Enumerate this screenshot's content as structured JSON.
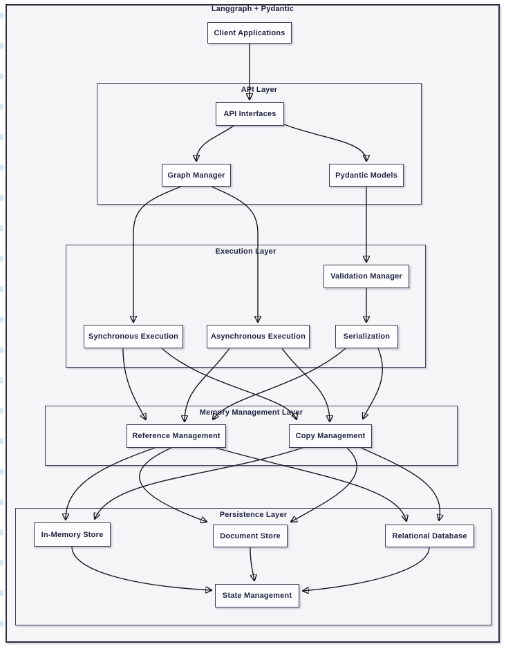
{
  "diagram": {
    "title": "Langgraph + Pydantic",
    "containers": {
      "api_layer": {
        "label": "API Layer"
      },
      "execution_layer": {
        "label": "Execution Layer"
      },
      "memory_management_layer": {
        "label": "Memory Management Layer"
      },
      "persistence_layer": {
        "label": "Persistence Layer"
      }
    },
    "nodes": {
      "client_applications": {
        "label": "Client Applications"
      },
      "api_interfaces": {
        "label": "API Interfaces"
      },
      "graph_manager": {
        "label": "Graph Manager"
      },
      "pydantic_models": {
        "label": "Pydantic Models"
      },
      "validation_manager": {
        "label": "Validation Manager"
      },
      "synchronous_execution": {
        "label": "Synchronous Execution"
      },
      "asynchronous_execution": {
        "label": "Asynchronous Execution"
      },
      "serialization": {
        "label": "Serialization"
      },
      "reference_management": {
        "label": "Reference Management"
      },
      "copy_management": {
        "label": "Copy Management"
      },
      "in_memory_store": {
        "label": "In-Memory Store"
      },
      "document_store": {
        "label": "Document Store"
      },
      "relational_database": {
        "label": "Relational Database"
      },
      "state_management": {
        "label": "State Management"
      }
    },
    "edges": [
      {
        "from": "client_applications",
        "to": "api_interfaces"
      },
      {
        "from": "api_interfaces",
        "to": "graph_manager"
      },
      {
        "from": "api_interfaces",
        "to": "pydantic_models"
      },
      {
        "from": "graph_manager",
        "to": "synchronous_execution"
      },
      {
        "from": "graph_manager",
        "to": "asynchronous_execution"
      },
      {
        "from": "pydantic_models",
        "to": "validation_manager"
      },
      {
        "from": "validation_manager",
        "to": "serialization"
      },
      {
        "from": "synchronous_execution",
        "to": "reference_management"
      },
      {
        "from": "synchronous_execution",
        "to": "copy_management"
      },
      {
        "from": "asynchronous_execution",
        "to": "reference_management"
      },
      {
        "from": "asynchronous_execution",
        "to": "copy_management"
      },
      {
        "from": "serialization",
        "to": "reference_management"
      },
      {
        "from": "serialization",
        "to": "copy_management"
      },
      {
        "from": "reference_management",
        "to": "in_memory_store"
      },
      {
        "from": "reference_management",
        "to": "document_store"
      },
      {
        "from": "reference_management",
        "to": "relational_database"
      },
      {
        "from": "copy_management",
        "to": "in_memory_store"
      },
      {
        "from": "copy_management",
        "to": "document_store"
      },
      {
        "from": "copy_management",
        "to": "relational_database"
      },
      {
        "from": "in_memory_store",
        "to": "state_management"
      },
      {
        "from": "document_store",
        "to": "state_management"
      },
      {
        "from": "relational_database",
        "to": "state_management"
      }
    ],
    "colors": {
      "node_fill": "#fdfdff",
      "node_border": "#3b3a52",
      "container_fill": "#f5f5f8",
      "container_border": "#3f3d56",
      "edge_stroke": "#17171c",
      "text": "#1e2240"
    }
  }
}
